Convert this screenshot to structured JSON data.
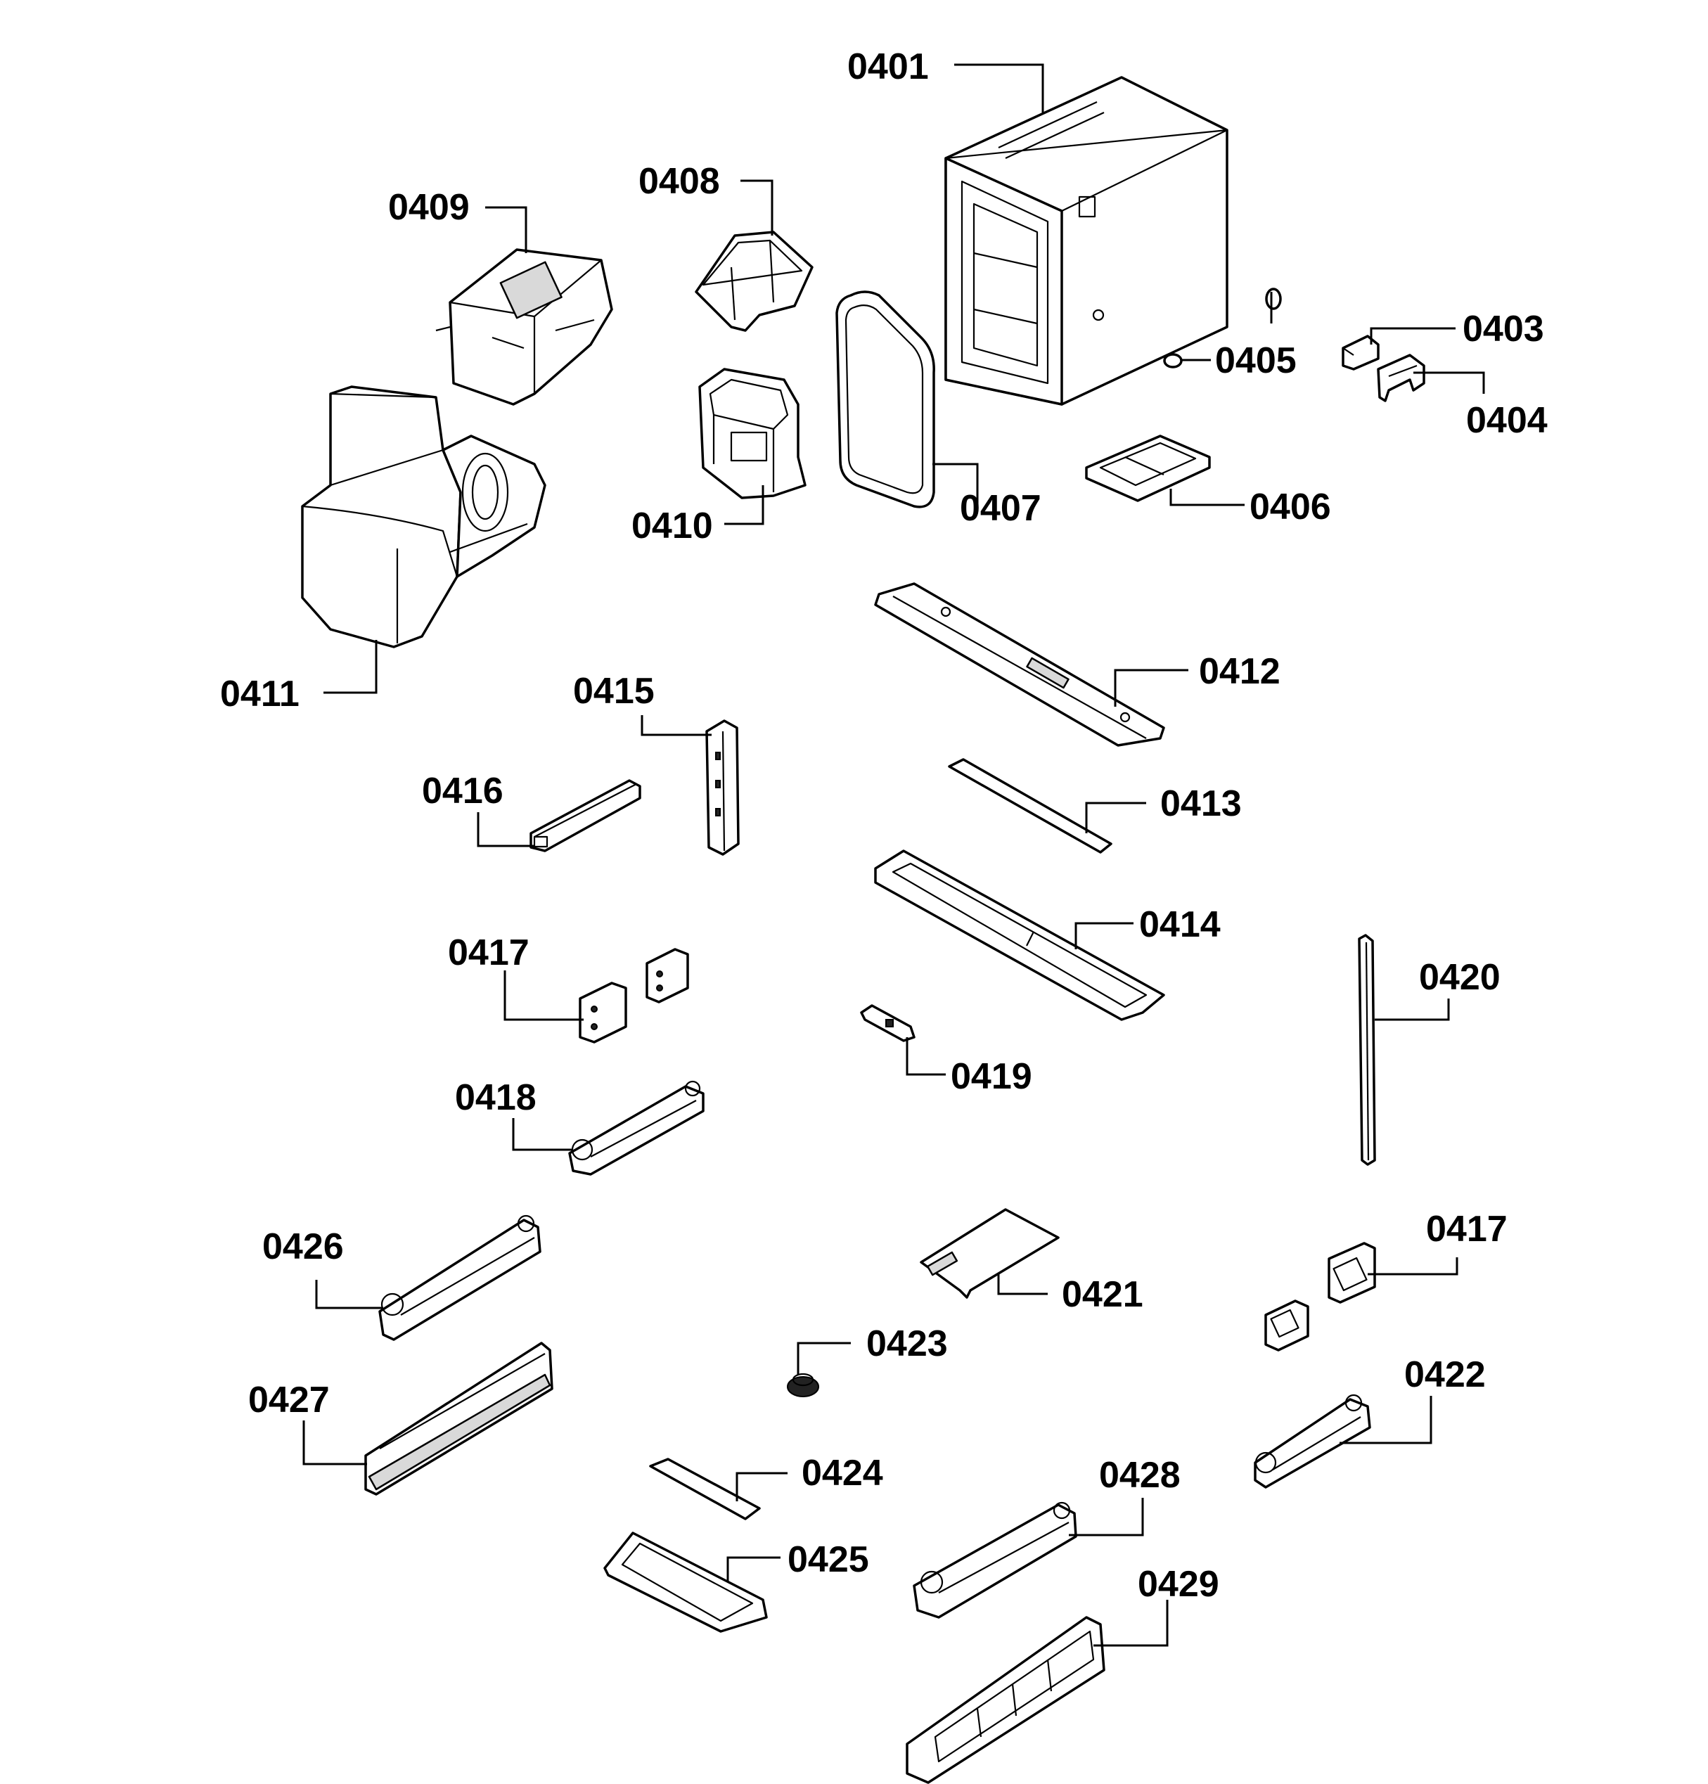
{
  "parts": [
    {
      "id": "0401",
      "label": "0401"
    },
    {
      "id": "0403",
      "label": "0403"
    },
    {
      "id": "0404",
      "label": "0404"
    },
    {
      "id": "0405",
      "label": "0405"
    },
    {
      "id": "0406",
      "label": "0406"
    },
    {
      "id": "0407",
      "label": "0407"
    },
    {
      "id": "0408",
      "label": "0408"
    },
    {
      "id": "0409",
      "label": "0409"
    },
    {
      "id": "0410",
      "label": "0410"
    },
    {
      "id": "0411",
      "label": "0411"
    },
    {
      "id": "0412",
      "label": "0412"
    },
    {
      "id": "0413",
      "label": "0413"
    },
    {
      "id": "0414",
      "label": "0414"
    },
    {
      "id": "0415",
      "label": "0415"
    },
    {
      "id": "0416",
      "label": "0416"
    },
    {
      "id": "0417a",
      "label": "0417"
    },
    {
      "id": "0417b",
      "label": "0417"
    },
    {
      "id": "0418",
      "label": "0418"
    },
    {
      "id": "0419",
      "label": "0419"
    },
    {
      "id": "0420",
      "label": "0420"
    },
    {
      "id": "0421",
      "label": "0421"
    },
    {
      "id": "0422",
      "label": "0422"
    },
    {
      "id": "0423",
      "label": "0423"
    },
    {
      "id": "0424",
      "label": "0424"
    },
    {
      "id": "0425",
      "label": "0425"
    },
    {
      "id": "0426",
      "label": "0426"
    },
    {
      "id": "0427",
      "label": "0427"
    },
    {
      "id": "0428",
      "label": "0428"
    },
    {
      "id": "0429",
      "label": "0429"
    }
  ]
}
